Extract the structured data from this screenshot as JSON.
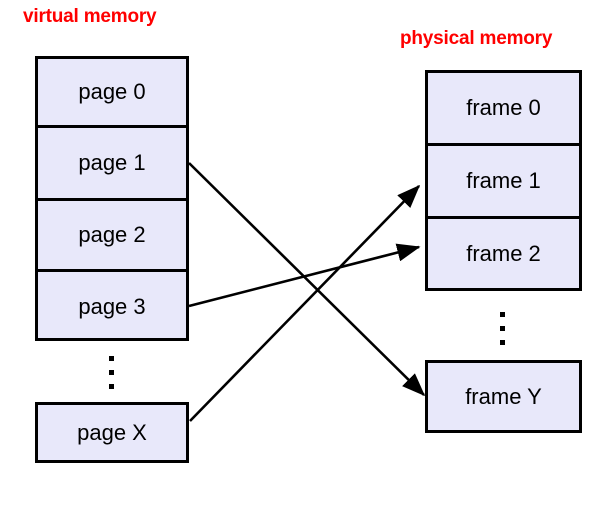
{
  "diagram": {
    "title_left": "virtual memory",
    "title_right": "physical memory",
    "ellipsis_symbol": "⋮",
    "colors": {
      "title": "#ff0000",
      "box_fill": "#e8e8fa",
      "box_border": "#000000",
      "arrow": "#000000",
      "background": "#ffffff"
    },
    "virtual_memory": {
      "label": "virtual memory",
      "pages": [
        {
          "label": "page 0"
        },
        {
          "label": "page 1"
        },
        {
          "label": "page 2"
        },
        {
          "label": "page 3"
        }
      ],
      "has_ellipsis": true,
      "last_page": {
        "label": "page X"
      }
    },
    "physical_memory": {
      "label": "physical memory",
      "frames": [
        {
          "label": "frame 0"
        },
        {
          "label": "frame 1"
        },
        {
          "label": "frame 2"
        }
      ],
      "has_ellipsis": true,
      "last_frame": {
        "label": "frame Y"
      }
    },
    "mappings": [
      {
        "from": "page 1",
        "to": "frame Y"
      },
      {
        "from": "page 3",
        "to": "frame 2"
      },
      {
        "from": "page X",
        "to": "frame 1"
      }
    ]
  }
}
